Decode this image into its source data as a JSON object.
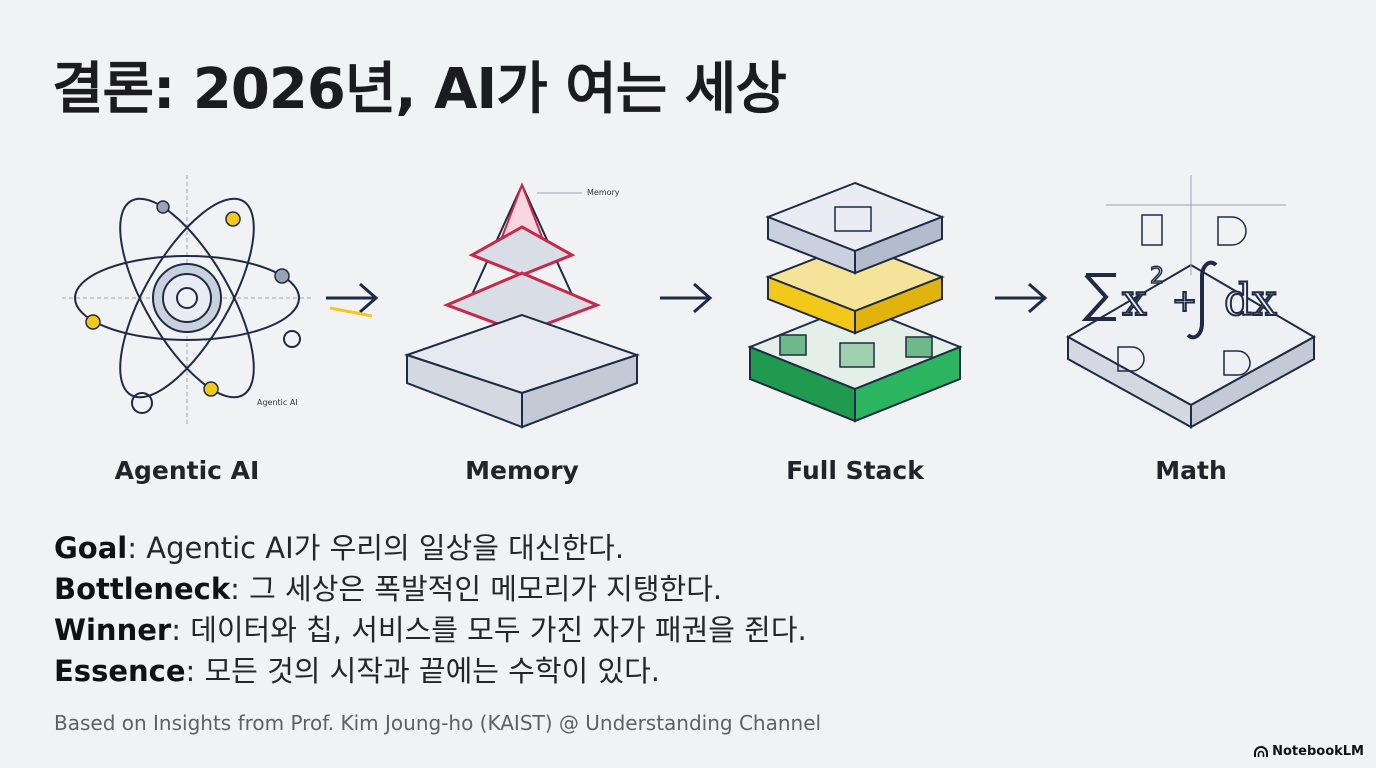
{
  "title": "결론: 2026년, AI가 여는 세상",
  "pillars": [
    {
      "label": "Agentic AI",
      "tag": "Agentic AI"
    },
    {
      "label": "Memory",
      "tag": "Memory"
    },
    {
      "label": "Full Stack"
    },
    {
      "label": "Math"
    }
  ],
  "points": [
    {
      "key": "Goal",
      "text": ": Agentic AI가 우리의 일상을 대신한다."
    },
    {
      "key": "Bottleneck",
      "text": ": 그 세상은 폭발적인 메모리가 지탱한다."
    },
    {
      "key": "Winner",
      "text": ": 데이터와 칩, 서비스를 모두 가진 자가 패권을 쥔다."
    },
    {
      "key": "Essence",
      "text": ": 모든 것의 시작과 끝에는 수학이 있다."
    }
  ],
  "source": "Based on Insights from Prof. Kim Joung-ho (KAIST) @ Understanding Channel",
  "brand": "NotebookLM",
  "icons": [
    "atom-gear-icon",
    "pyramid-chip-icon",
    "stack-layers-icon",
    "math-formula-icon",
    "arrow-right-icon",
    "notebooklm-logo-icon"
  ],
  "colors": {
    "navy": "#1f2a44",
    "yellow": "#f2c81a",
    "red": "#c8284a",
    "green": "#1f9a4e",
    "slate": "#9aa3b3"
  }
}
